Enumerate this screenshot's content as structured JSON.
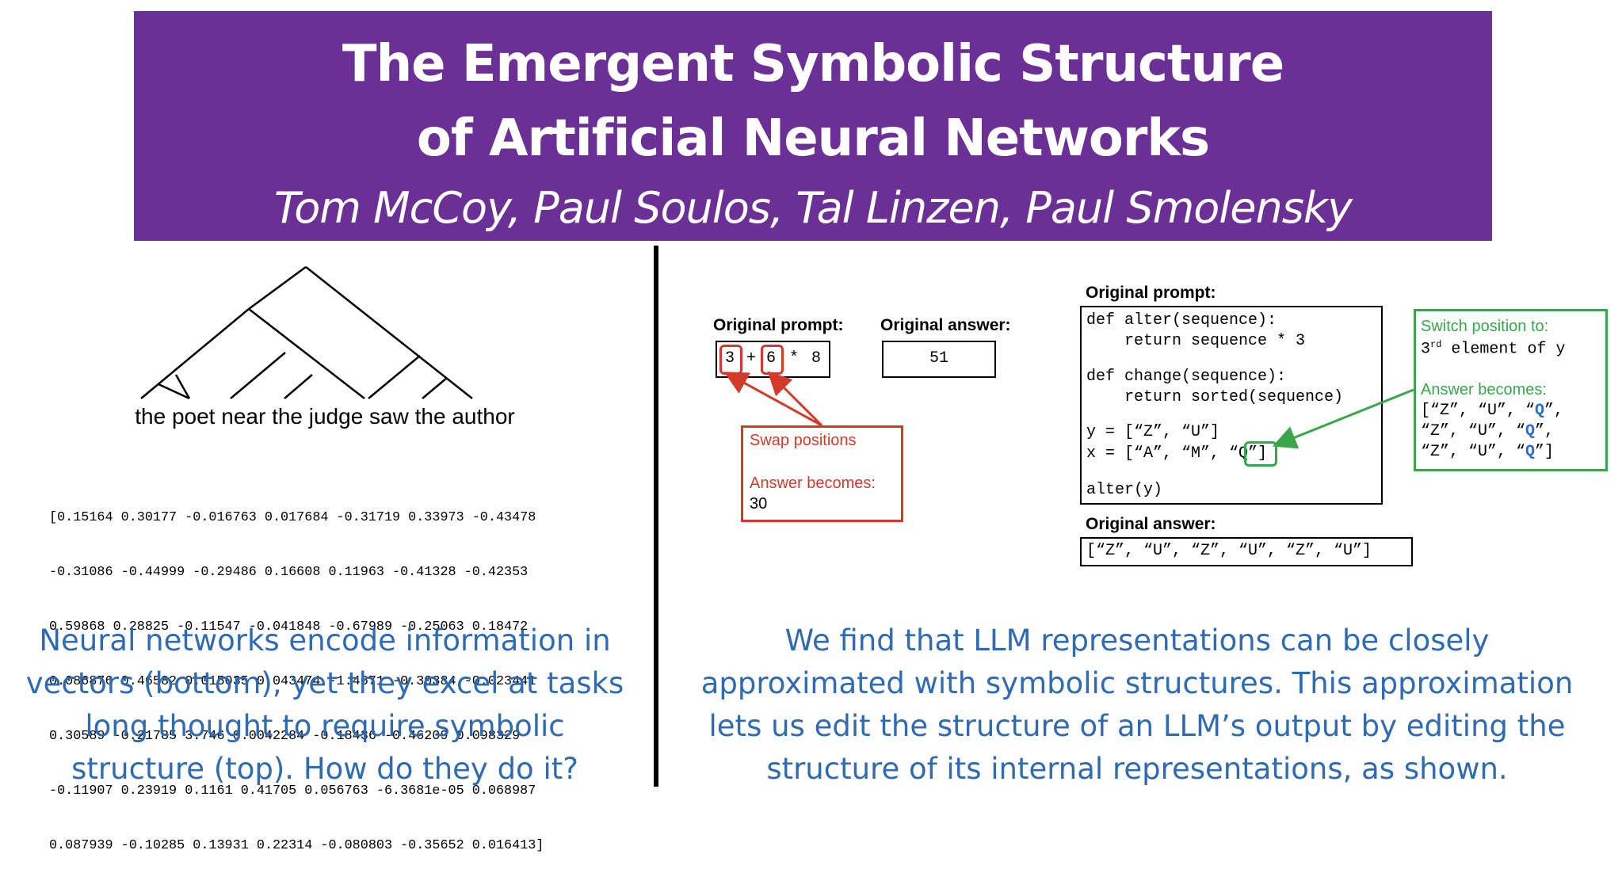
{
  "header": {
    "title_line1": "The Emergent Symbolic Structure",
    "title_line2": "of Artificial Neural Networks",
    "authors": "Tom McCoy, Paul Soulos, Tal Linzen, Paul Smolensky"
  },
  "left": {
    "sentence": "the poet near the judge saw the author",
    "vector_lines": [
      "[0.15164 0.30177 -0.016763 0.017684 -0.31719 0.33973 -0.43478",
      "-0.31086 -0.44999 -0.29486 0.16608 0.11963 -0.41328 -0.42353",
      "0.59868 0.28825 -0.11547 -0.041848 -0.67989 -0.25063 0.18472",
      "0.086876 0.46582 0.015035 0.043474 -1.4671 -0.30384 -0.023441",
      "0.30589 -0.21785 3.746 0.0042284 -0.18436 -0.46209 0.098329",
      "-0.11907 0.23919 0.1161 0.41705 0.056763 -6.3681e-05 0.068987",
      "0.087939 -0.10285 0.13931 0.22314 -0.080803 -0.35652 0.016413]"
    ],
    "caption_lines": [
      "Neural networks encode information in",
      "vectors (bottom), yet they excel at tasks",
      "long thought to require symbolic",
      "structure (top). How do they do it?"
    ]
  },
  "arith": {
    "prompt_label": "Original prompt:",
    "answer_label": "Original answer:",
    "prompt_tokens": [
      "3",
      "+",
      "6",
      "*",
      "8"
    ],
    "answer": "51",
    "swap_title": "Swap positions",
    "swap_answer_label": "Answer becomes:",
    "swap_answer": "30"
  },
  "code": {
    "prompt_label": "Original prompt:",
    "lines": [
      "def alter(sequence):",
      "    return sequence * 3",
      "",
      "def change(sequence):",
      "    return sorted(sequence)",
      "",
      "y = [“Z”, “U”]",
      "x = [“A”, “M”, “Q”]",
      "",
      "alter(y)"
    ],
    "highlighted_token": "“Q”",
    "answer_label": "Original answer:",
    "answer": "[“Z”, “U”, “Z”, “U”, “Z”, “U”]",
    "switch_title": "Switch position to:",
    "switch_target_prefix": "3",
    "switch_target_sup": "rd",
    "switch_target_suffix": " element of y",
    "switch_answer_label": "Answer becomes:",
    "switch_answer_lines": [
      {
        "pre": "[“Z”, “U”, “",
        "q": "Q",
        "post": "”,"
      },
      {
        "pre": "“Z”, “U”, “",
        "q": "Q",
        "post": "”,"
      },
      {
        "pre": "“Z”, “U”, “",
        "q": "Q",
        "post": "”]"
      }
    ]
  },
  "right": {
    "caption_lines": [
      "We find that LLM representations can be closely",
      "approximated with symbolic structures. This approximation",
      "lets us edit the structure of an LLM’s output by editing the",
      "structure of its internal representations, as shown."
    ]
  },
  "colors": {
    "header_bg": "#6a3096",
    "caption_blue": "#2e6bb4",
    "swap_red": "#d43a2a",
    "switch_green": "#3aa64a",
    "q_blue": "#2a6bd0"
  }
}
